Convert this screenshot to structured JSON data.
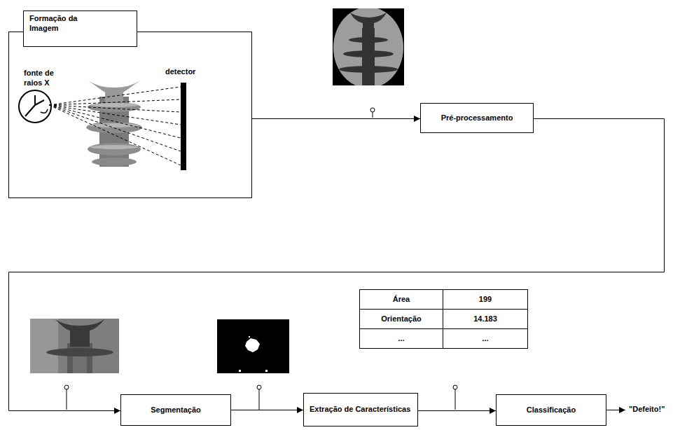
{
  "diagram": {
    "nodes": [
      {
        "text": [
          "Formação da Imagem"
        ]
      },
      {
        "text": [
          "Pré-processamento"
        ]
      },
      {
        "text": [
          "Segmentação"
        ]
      },
      {
        "text": [
          "Extração de Características"
        ]
      },
      {
        "text": [
          "Classificação"
        ]
      }
    ],
    "edges": [
      {
        "from": 0,
        "to": 1,
        "arrow": "to"
      },
      {
        "from": 1,
        "to": 2,
        "arrow": "to"
      },
      {
        "from": 2,
        "to": 3,
        "arrow": "to"
      },
      {
        "from": 3,
        "to": 4,
        "arrow": "to"
      }
    ],
    "labels": [
      "fonte de raios X",
      "detector",
      "Área",
      "199",
      "Orientação",
      "14.183",
      "...",
      "...",
      "\"Defeito!\""
    ]
  }
}
